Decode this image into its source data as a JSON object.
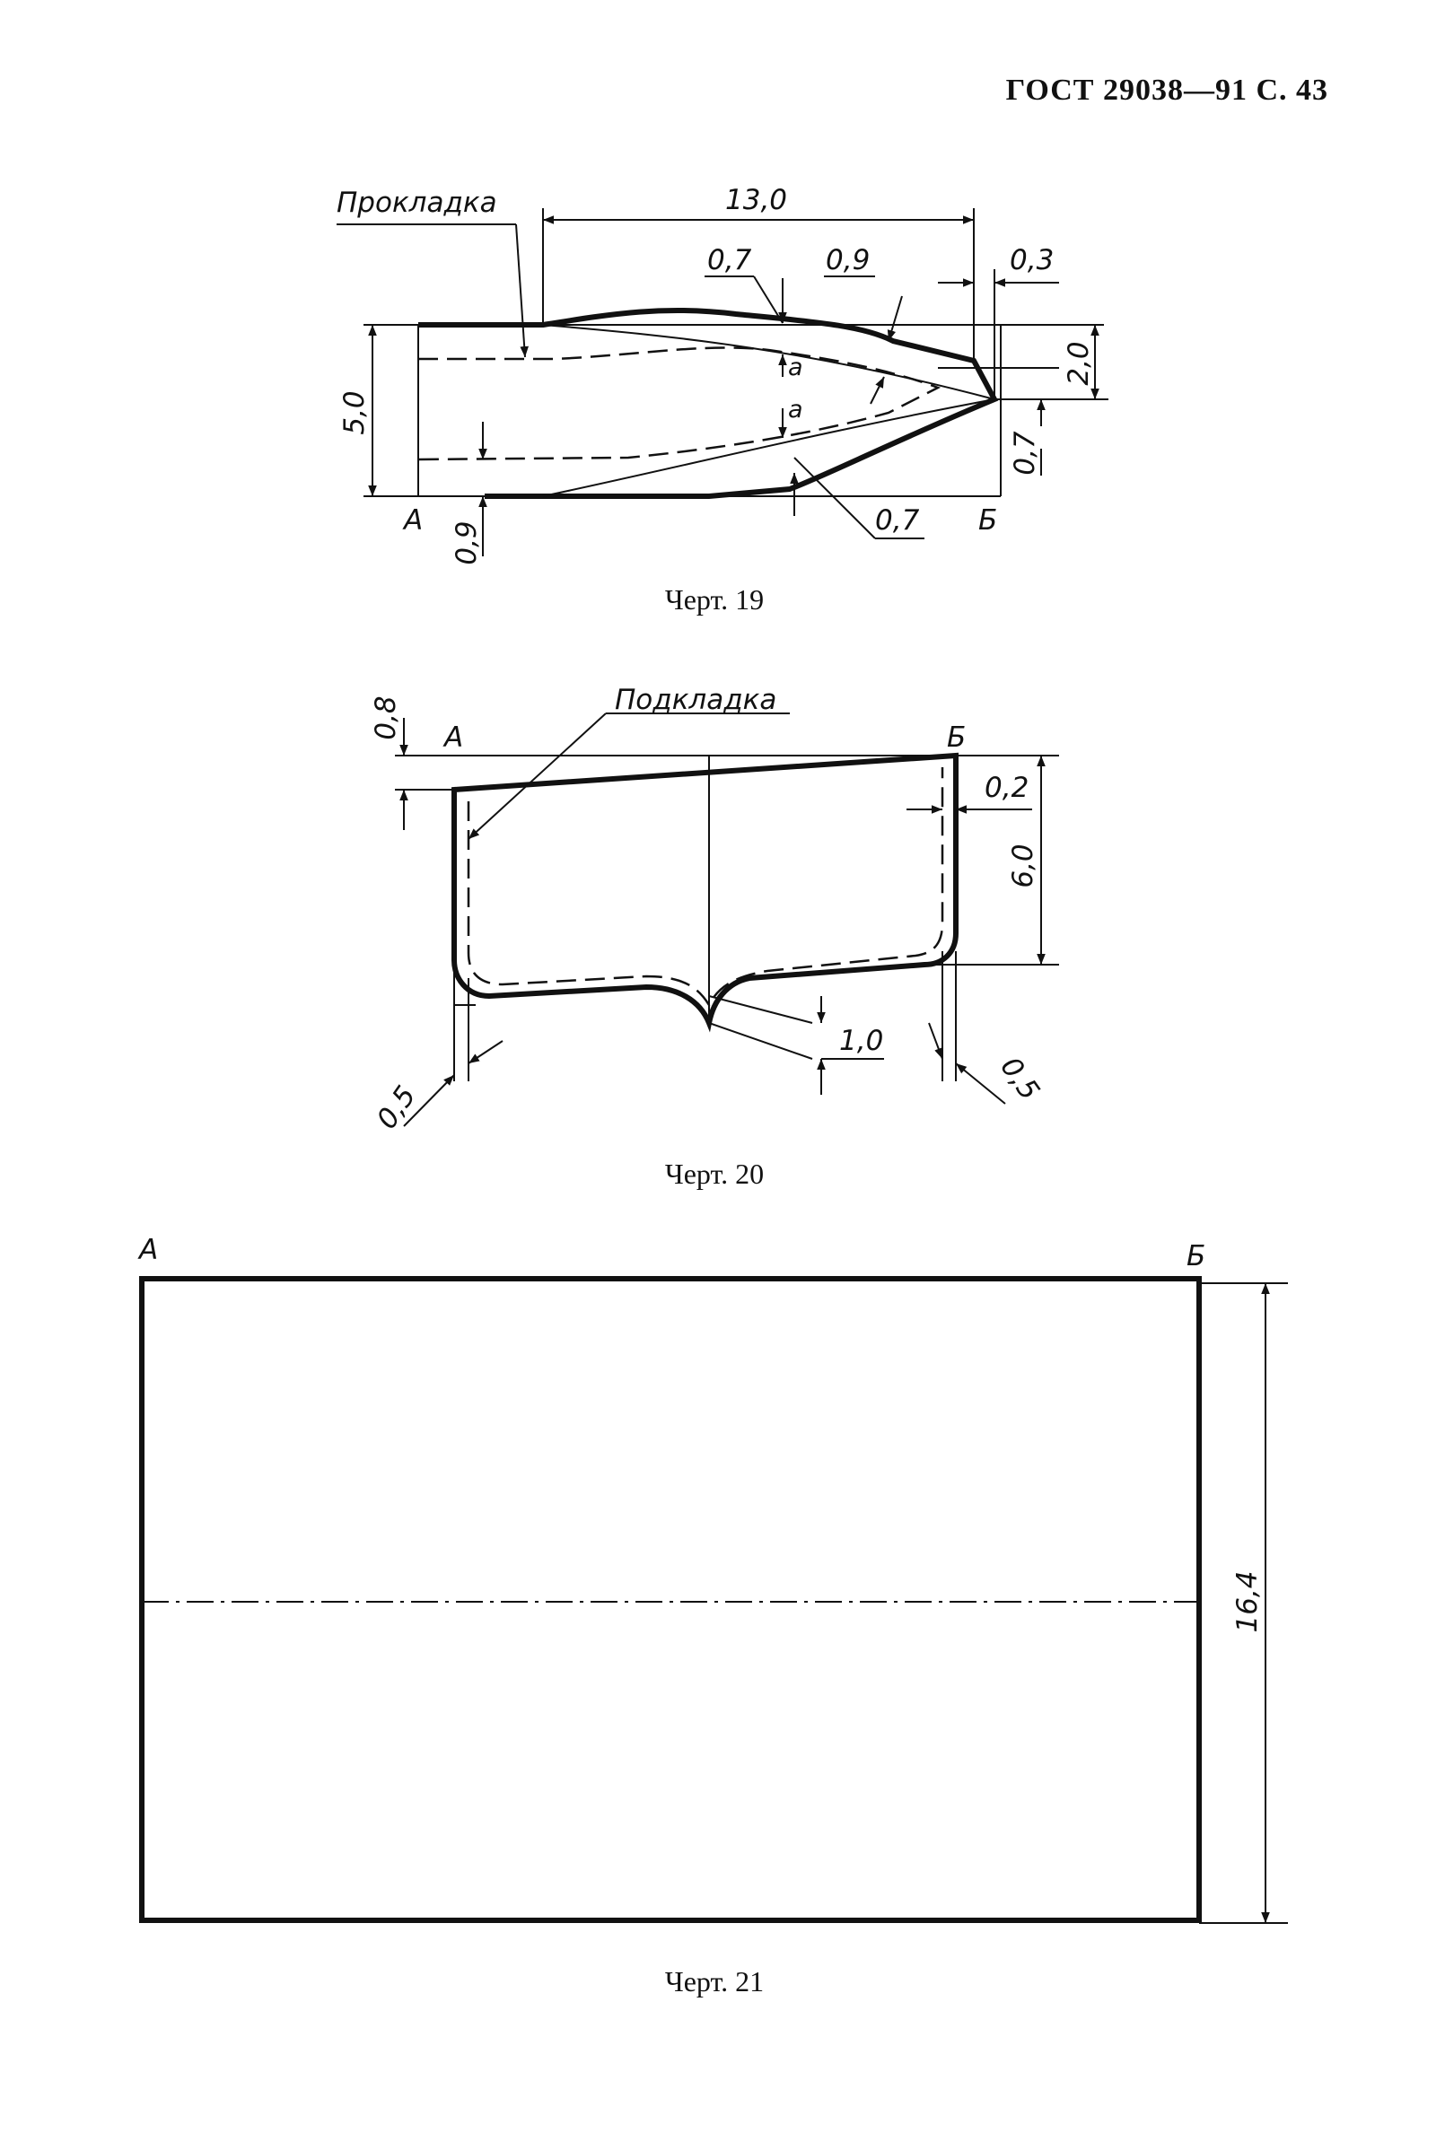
{
  "header": {
    "text": "ГОСТ 29038—91 С. 43"
  },
  "figure19": {
    "caption": "Черт. 19",
    "label_prokladka": "Прокладка",
    "dim_13_0": "13,0",
    "dim_0_7_top": "0,7",
    "dim_0_9_top": "0,9",
    "dim_0_3": "0,3",
    "dim_2_0": "2,0",
    "dim_5_0": "5,0",
    "dim_0_7_right": "0,7",
    "dim_0_9_bottom": "0,9",
    "dim_0_7_bottom": "0,7",
    "point_a_upper": "а",
    "point_a_lower": "а",
    "corner_A": "А",
    "corner_B": "Б"
  },
  "figure20": {
    "caption": "Черт. 20",
    "label_podkladka": "Подкладка",
    "dim_0_8": "0,8",
    "dim_0_2": "0,2",
    "dim_6_0": "6,0",
    "dim_1_0": "1,0",
    "dim_0_5_left": "0,5",
    "dim_0_5_right": "0,5",
    "corner_A": "А",
    "corner_B": "Б"
  },
  "figure21": {
    "caption": "Черт. 21",
    "dim_16_4": "16,4",
    "corner_A": "А",
    "corner_B": "Б"
  }
}
